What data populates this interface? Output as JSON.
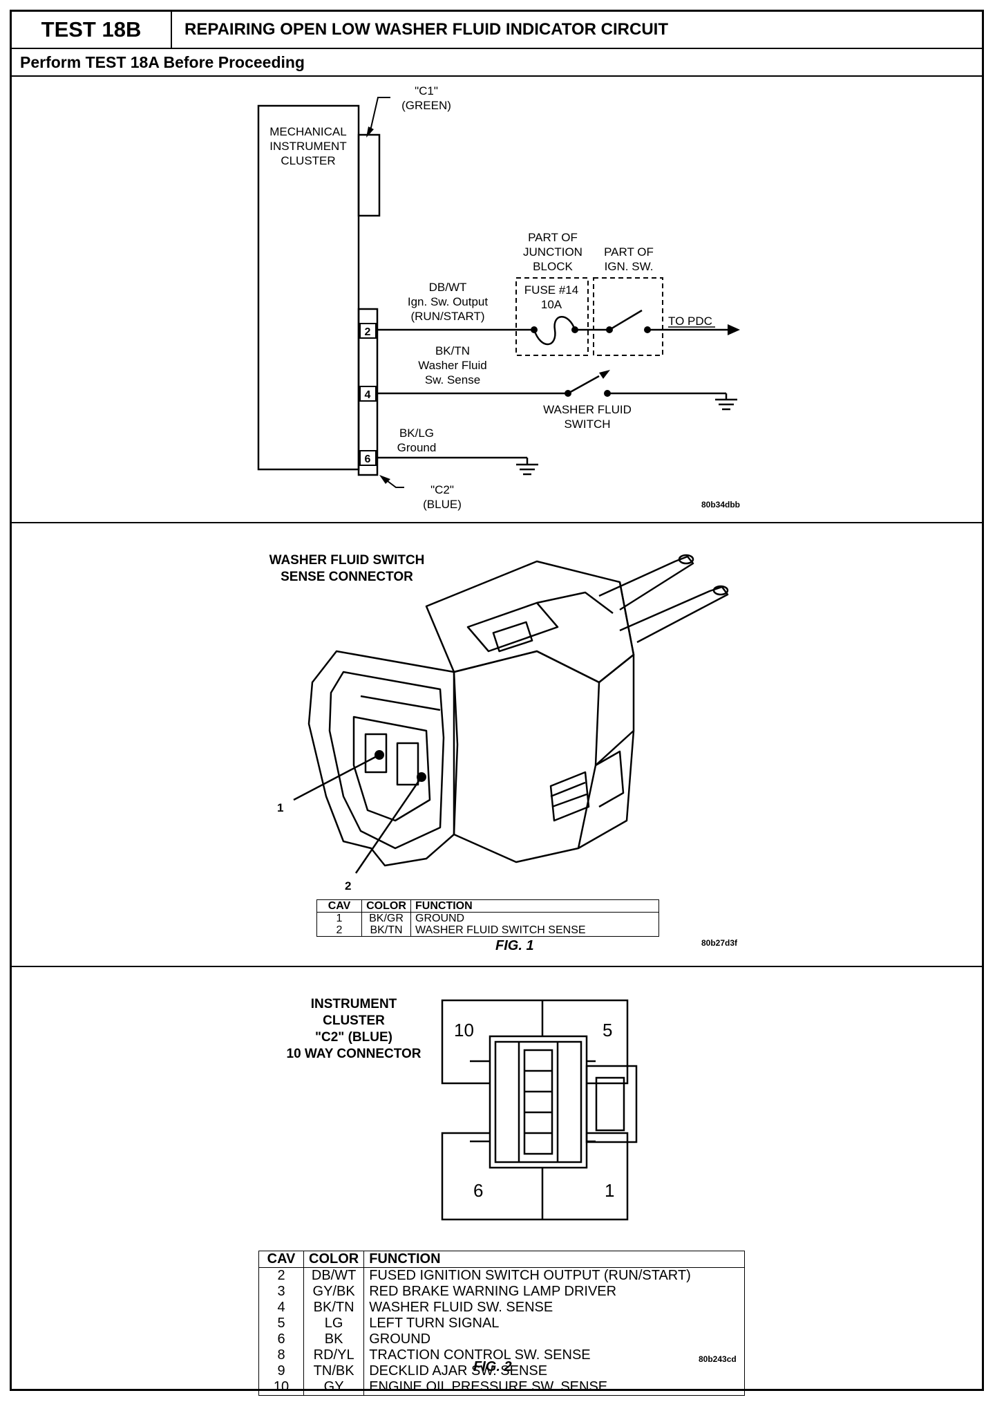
{
  "header": {
    "test_id": "TEST 18B",
    "title": "REPAIRING OPEN LOW WASHER FLUID INDICATOR CIRCUIT",
    "prerequisite": "Perform TEST 18A Before Proceeding"
  },
  "schematic": {
    "cluster_line1": "MECHANICAL",
    "cluster_line2": "INSTRUMENT",
    "cluster_line3": "CLUSTER",
    "c1_line1": "\"C1\"",
    "c1_line2": "(GREEN)",
    "c2_line1": "\"C2\"",
    "c2_line2": "(BLUE)",
    "pin_2": "2",
    "pin_4": "4",
    "pin_6": "6",
    "wire2_line1": "DB/WT",
    "wire2_line2": "Ign. Sw. Output",
    "wire2_line3": "(RUN/START)",
    "wire4_line1": "BK/TN",
    "wire4_line2": "Washer Fluid",
    "wire4_line3": "Sw. Sense",
    "wire6_line1": "BK/LG",
    "wire6_line2": "Ground",
    "jb_line1": "PART OF",
    "jb_line2": "JUNCTION",
    "jb_line3": "BLOCK",
    "ign_line1": "PART OF",
    "ign_line2": "IGN. SW.",
    "fuse_line1": "FUSE #14",
    "fuse_line2": "10A",
    "to_pdc": "TO PDC",
    "switch_line1": "WASHER FLUID",
    "switch_line2": "SWITCH",
    "code": "80b34dbb"
  },
  "fig1": {
    "title_line1": "WASHER FLUID SWITCH",
    "title_line2": "SENSE CONNECTOR",
    "callout_1": "1",
    "callout_2": "2",
    "table": {
      "headers": [
        "CAV",
        "COLOR",
        "FUNCTION"
      ],
      "rows": [
        [
          "1",
          "BK/GR",
          "GROUND"
        ],
        [
          "2",
          "BK/TN",
          "WASHER FLUID SWITCH SENSE"
        ]
      ]
    },
    "caption": "FIG. 1",
    "code": "80b27d3f"
  },
  "fig2": {
    "title_line1": "INSTRUMENT",
    "title_line2": "CLUSTER",
    "title_line3": "\"C2\" (BLUE)",
    "title_line4": "10 WAY CONNECTOR",
    "pin_10": "10",
    "pin_5": "5",
    "pin_6": "6",
    "pin_1": "1",
    "table": {
      "headers": [
        "CAV",
        "COLOR",
        "FUNCTION"
      ],
      "rows": [
        [
          "2",
          "DB/WT",
          "FUSED IGNITION SWITCH OUTPUT (RUN/START)"
        ],
        [
          "3",
          "GY/BK",
          "RED BRAKE WARNING LAMP DRIVER"
        ],
        [
          "4",
          "BK/TN",
          "WASHER FLUID SW. SENSE"
        ],
        [
          "5",
          "LG",
          "LEFT TURN SIGNAL"
        ],
        [
          "6",
          "BK",
          "GROUND"
        ],
        [
          "8",
          "RD/YL",
          "TRACTION CONTROL SW. SENSE"
        ],
        [
          "9",
          "TN/BK",
          "DECKLID AJAR SW. SENSE"
        ],
        [
          "10",
          "GY",
          "ENGINE OIL PRESSURE SW. SENSE"
        ]
      ]
    },
    "caption": "FIG. 2",
    "code": "80b243cd"
  }
}
